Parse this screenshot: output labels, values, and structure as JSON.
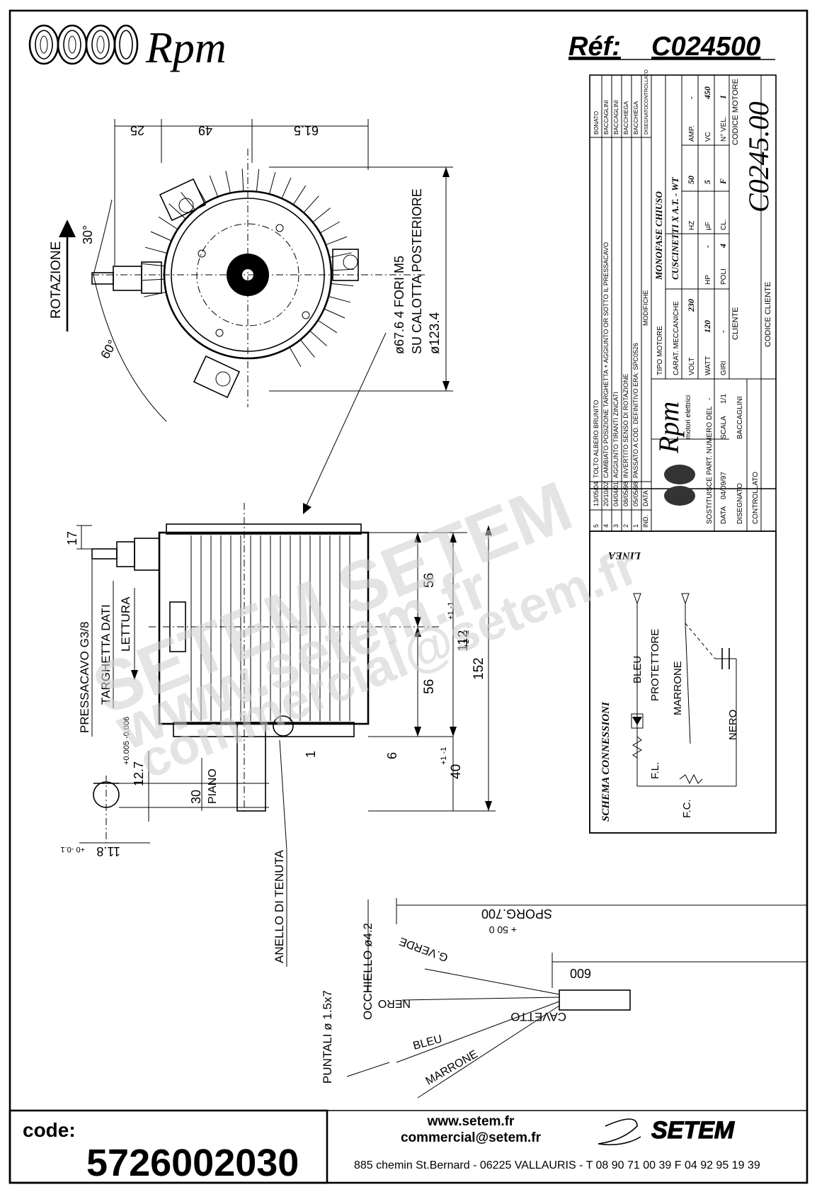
{
  "header": {
    "brand": "Rpm",
    "ref_label": "Réf:",
    "ref_value": "C024500"
  },
  "front_view": {
    "dim_25": "25",
    "dim_49": "49",
    "dim_61_5": "61.5",
    "angle_30": "30°",
    "angle_60": "60°",
    "rotation_label": "ROTAZIONE",
    "holes_label": "ø67.6 4 FORI M5",
    "holes_label2": "SU CALOTTA POSTERIORE",
    "dia_label": "ø123.4"
  },
  "side_view": {
    "dim_17": "17",
    "dim_56a": "56",
    "dim_56b": "56",
    "dim_112": "112",
    "dim_112_tol": "+1 -1",
    "dim_152": "152",
    "dim_152_tol": "+2 -2",
    "dim_40": "40",
    "dim_40_tol": "+1 -1",
    "dim_6": "6",
    "dim_1": "1",
    "dim_30": "30",
    "piano": "PIANO",
    "dim_12_7": "12.7",
    "dim_12_7_tol": "+0.005 -0.006",
    "dim_11_8": "11.8",
    "dim_11_8_tol": "+0 -0.1",
    "pressacavo": "PRESSACAVO G3/8",
    "targhetta": "TARGHETTA DATI",
    "lettura": "LETTURA",
    "anello": "ANELLO DI TENUTA"
  },
  "cable": {
    "occhiello": "OCCHIELLO ø4.2",
    "puntali": "PUNTALI ø 1.5x7",
    "sporg": "SPORG.700",
    "sporg_tol": "+ 50 0",
    "len_600": "600",
    "cavetto": "CAVETTO",
    "wires": [
      "G.VERDE",
      "NERO",
      "BLEU",
      "MARRONE"
    ]
  },
  "title_block": {
    "revisions": [
      {
        "ind": "5",
        "date": "13/05/04",
        "text": "TOLTO ALBERO BRUNITO",
        "by": "BONATO"
      },
      {
        "ind": "4",
        "date": "20/10/02",
        "text": "CAMBIATO POSIZIONE TARGHETTA + AGGIUNTO OR SOTTO IL PRESSACAVO",
        "by": "BACCAGLINI"
      },
      {
        "ind": "3",
        "date": "04/04/01",
        "text": "AGGIUNTO TIRANTI ZINCATI",
        "by": "BACCAGLINI"
      },
      {
        "ind": "2",
        "date": "08/05/98",
        "text": "INVERTITO SENSO DI ROTAZIONE",
        "by": "BACCHIEGA"
      },
      {
        "ind": "1",
        "date": "05/05/98",
        "text": "PASSATO A COD. DEFINITIVO ERA: SPC0526",
        "by": "BACCHIEGA"
      }
    ],
    "rev_headers": {
      "ind": "IND.",
      "date": "DATA",
      "text": "MODIFICHE",
      "by1": "DISEGNATO",
      "by2": "CONTROLLATO"
    },
    "tipo_motore_label": "TIPO MOTORE",
    "tipo_motore": "MONOFASE CHIUSO",
    "carat_label": "CARAT. MECCANICHE",
    "carat": "CUSCINETTI X A.T. - WT",
    "volt_label": "VOLT",
    "volt": "230",
    "hz_label": "HZ",
    "hz": "50",
    "amp_label": "AMP.",
    "amp": "-",
    "watt_label": "WATT",
    "watt": "120",
    "hp_label": "HP",
    "hp": "-",
    "uf_label": "µF",
    "uf": "5",
    "vc_label": "VC",
    "vc": "450",
    "giri_label": "GIRI",
    "giri": "-",
    "poli_label": "POLI",
    "poli": "4",
    "cl_label": "CL.",
    "cl": "F",
    "nvel_label": "N° VEL.",
    "nvel": "1",
    "cliente_label": "CLIENTE",
    "codice_cliente_label": "CODICE CLIENTE",
    "codice_motore_label": "CODICE MOTORE",
    "codice_motore": "C0245.00",
    "brand": "Rpm",
    "brand_sub": "motori elettrici",
    "sostituisce_label": "SOSTITUISCE PART. NUMERO DEL",
    "sostituisce": "-",
    "data_label": "DATA",
    "data": "04/09/97",
    "scala_label": "SCALA",
    "scala": "1/1",
    "disegnato_label": "DISEGNATO",
    "disegnato": "BACCAGLINI",
    "controllato_label": "CONTROLLATO"
  },
  "schema": {
    "title": "SCHEMA CONNESSIONI",
    "linea": "LINEA",
    "bleu": "BLEU",
    "protettore": "PROTETTORE",
    "marrone": "MARRONE",
    "nero": "NERO",
    "fl": "F.L.",
    "fc": "F.C."
  },
  "watermark": {
    "a": "www.setem.fr",
    "b": "SETEM SETEM",
    "c": "commercial@setem.fr"
  },
  "footer": {
    "code_label": "code:",
    "code_value": "5726002030",
    "web": "www.setem.fr",
    "email": "commercial@setem.fr",
    "address": "885 chemin St.Bernard  -  06225 VALLAURIS  -  T 08 90 71 00 39   F 04 92 95 19 39",
    "logo": "SETEM"
  }
}
